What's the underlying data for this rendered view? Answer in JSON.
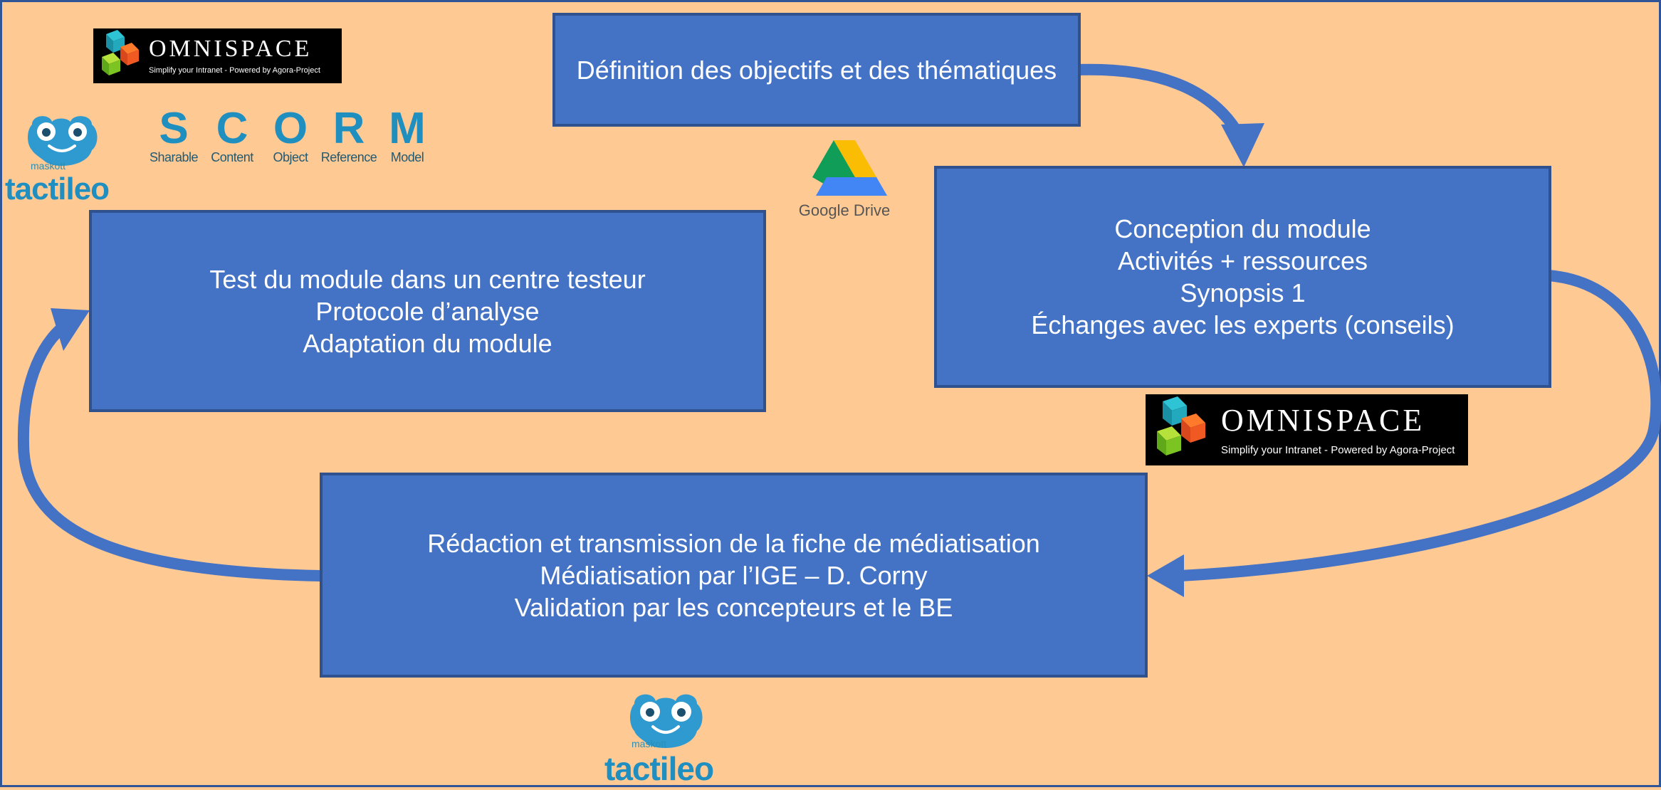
{
  "boxes": {
    "objectives": {
      "lines": [
        "Définition des objectifs et des thématiques"
      ]
    },
    "conception": {
      "lines": [
        "Conception du module",
        "Activités + ressources",
        "Synopsis 1",
        "Échanges avec les experts (conseils)"
      ]
    },
    "redaction": {
      "lines": [
        "Rédaction et transmission de la fiche de médiatisation",
        "Médiatisation par l’IGE – D. Corny",
        "Validation par les concepteurs et le BE"
      ]
    },
    "test": {
      "lines": [
        "Test du module dans un centre testeur",
        "Protocole d’analyse",
        "Adaptation du module"
      ]
    }
  },
  "logos": {
    "omnispace": {
      "name": "OMNISPACE",
      "tagline": "Simplify your Intranet - Powered by Agora-Project"
    },
    "tactileo": {
      "brand": "maskott",
      "name": "tactileo"
    },
    "scorm": {
      "letters": [
        "S",
        "C",
        "O",
        "R",
        "M"
      ],
      "words": [
        "Sharable",
        "Content",
        "Object",
        "Reference",
        "Model"
      ]
    },
    "google_drive": {
      "label": "Google Drive"
    }
  },
  "colors": {
    "background": "#ffc994",
    "box_fill": "#4472c4",
    "box_border": "#2f528f",
    "arrow": "#4472c4"
  }
}
